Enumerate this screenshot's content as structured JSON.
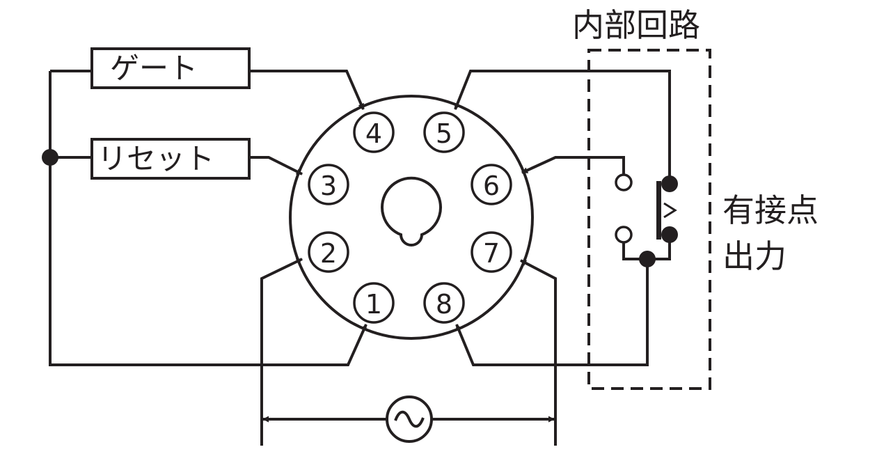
{
  "labels": {
    "gate": "ゲート",
    "reset": "リセット",
    "internal_circuit": "内部回路",
    "contact_output_line1": "有接点",
    "contact_output_line2": "出力"
  },
  "pins": [
    "1",
    "2",
    "3",
    "4",
    "5",
    "6",
    "7",
    "8"
  ],
  "colors": {
    "line": "#231f20",
    "background": "#ffffff"
  }
}
